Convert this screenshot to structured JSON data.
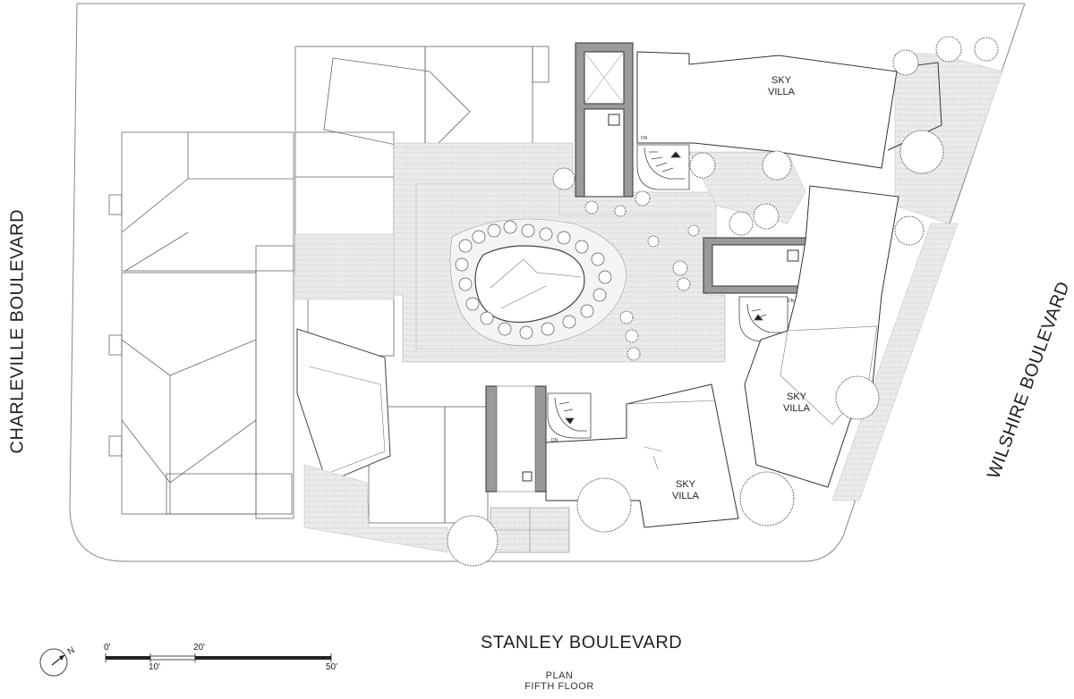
{
  "streets": {
    "west": "CHARLEVILLE BOULEVARD",
    "east": "WILSHIRE BOULEVARD",
    "south": "STANLEY BOULEVARD"
  },
  "villas": [
    {
      "line1": "SKY",
      "line2": "VILLA"
    },
    {
      "line1": "SKY",
      "line2": "VILLA"
    },
    {
      "line1": "SKY",
      "line2": "VILLA"
    }
  ],
  "stair_labels": [
    "DN",
    "DN",
    "DN"
  ],
  "scale_bar": {
    "labels": [
      "0'",
      "10'",
      "20'",
      "50'"
    ]
  },
  "north_arrow": {
    "label": "N"
  },
  "caption": {
    "line1": "PLAN",
    "line2": "FIFTH FLOOR"
  },
  "colors": {
    "line": "#444444",
    "core_fill": "#9a9a9a",
    "paving": "#e9e9e9",
    "tree": "#555555"
  }
}
